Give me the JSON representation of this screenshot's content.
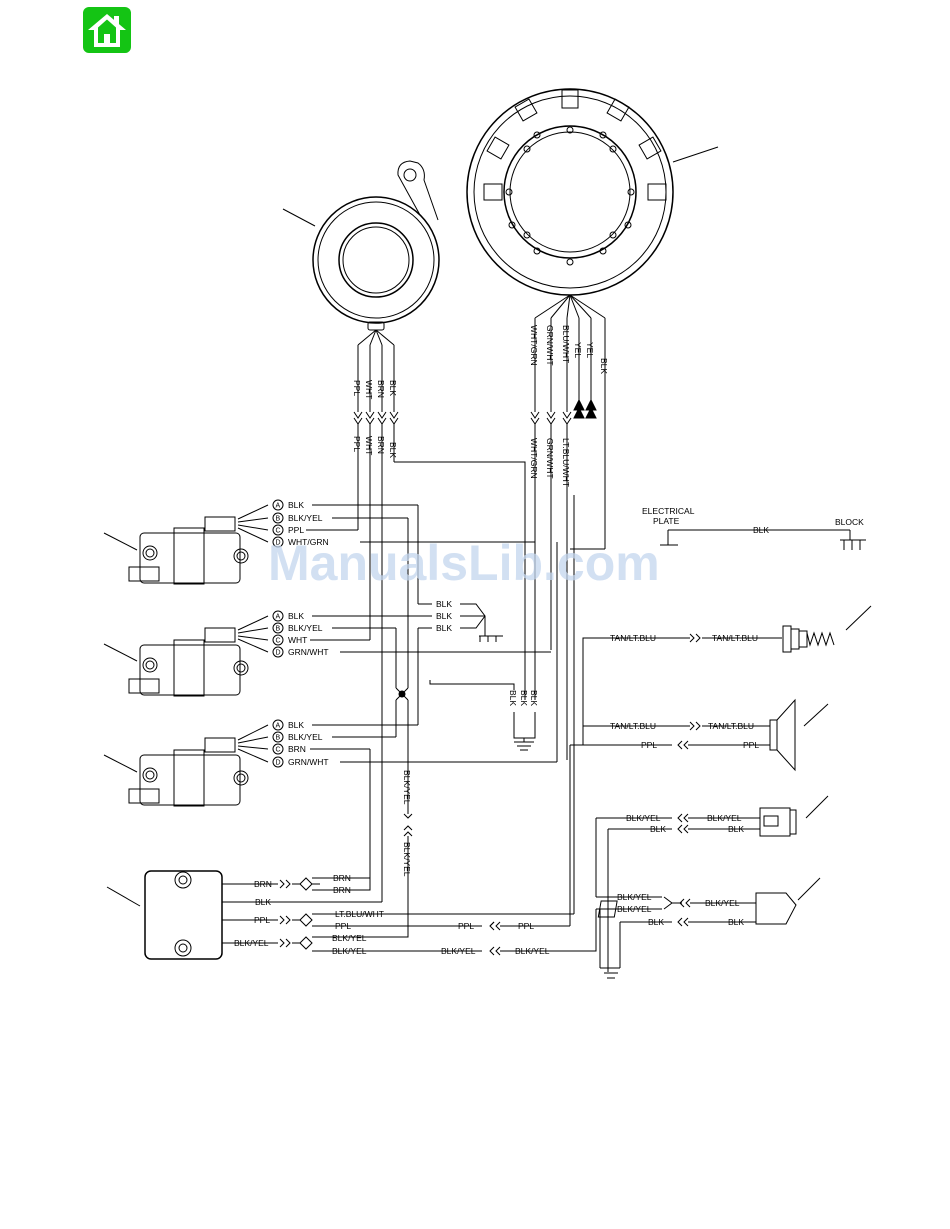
{
  "toolbar": {
    "home_label": "Home"
  },
  "watermark": "ManualsLib.com",
  "colors": {
    "home_bg": "#14c414",
    "watermark": "#c4d6ee"
  },
  "labels": {
    "electrical_plate": "ELECTRICAL\nPLATE",
    "electrical_plate_line1": "ELECTRICAL",
    "electrical_plate_line2": "PLATE",
    "block": "BLOCK",
    "plate_blk": "BLK"
  },
  "coil_pins": [
    "A",
    "B",
    "C",
    "D"
  ],
  "coil1_wires": [
    "BLK",
    "BLK/YEL",
    "PPL",
    "WHT/GRN"
  ],
  "coil2_wires": [
    "BLK",
    "BLK/YEL",
    "WHT",
    "GRN/WHT"
  ],
  "coil3_wires": [
    "BLK",
    "BLK/YEL",
    "BRN",
    "GRN/WHT"
  ],
  "ground_junction": [
    "BLK",
    "BLK",
    "BLK"
  ],
  "ground_blk_vertical": [
    "BLK",
    "BLK",
    "BLK"
  ],
  "sensor_upper": [
    "PPL",
    "WHT",
    "BRN",
    "BLK"
  ],
  "sensor_lower": [
    "PPL",
    "WHT",
    "BRN",
    "BLK"
  ],
  "stator_upper": [
    "WHT/GRN",
    "GRN/WHT",
    "BLU/WHT",
    "YEL",
    "YEL",
    "BLK"
  ],
  "stator_lower": [
    "WHT/GRN",
    "GRN/WHT",
    "LT.BLU/WHT"
  ],
  "blkyel_vertical": [
    "BLK/YEL",
    "BLK/YEL"
  ],
  "module_left": [
    "BRN",
    "BLK",
    "PPL",
    "BLK/YEL"
  ],
  "module_right": [
    "BRN",
    "BRN",
    "LT.BLU/WHT",
    "PPL",
    "BLK/YEL",
    "BLK/YEL"
  ],
  "mid_ppl": [
    "PPL",
    "PPL"
  ],
  "bottom_blkyel": [
    "BLK/YEL",
    "BLK/YEL"
  ],
  "temp_sensor": [
    "TAN/LT.BLU",
    "TAN/LT.BLU"
  ],
  "horn": [
    "TAN/LT.BLU",
    "TAN/LT.BLU",
    "PPL",
    "PPL"
  ],
  "stop_switch": [
    "BLK/YEL",
    "BLK/YEL",
    "BLK",
    "BLK"
  ],
  "lanyard_switch": [
    "BLK/YEL",
    "BLK/YEL",
    "BLK/YEL",
    "BLK",
    "BLK"
  ]
}
